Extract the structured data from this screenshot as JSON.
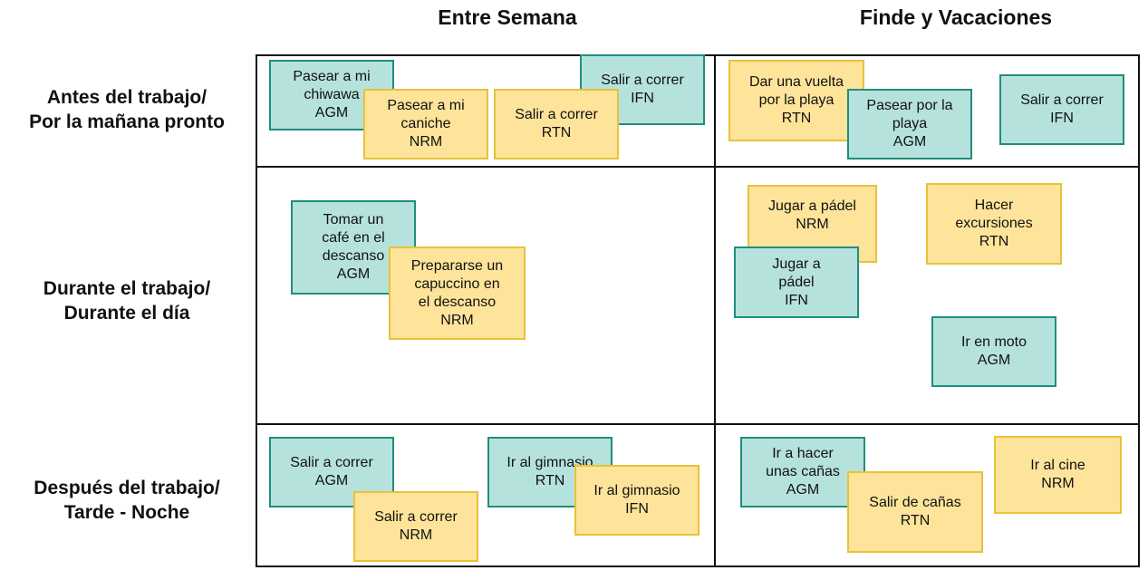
{
  "columns": [
    "Entre Semana",
    "Finde y Vacaciones"
  ],
  "rows": [
    "Antes del trabajo/\nPor la mañana pronto",
    "Durante el trabajo/\nDurante el día",
    "Después del trabajo/\nTarde - Noche"
  ],
  "notes": [
    {
      "text": "Pasear a mi\nchiwawa\nAGM",
      "color": "teal"
    },
    {
      "text": "Salir a correr\nIFN",
      "color": "teal"
    },
    {
      "text": "Pasear a mi\ncaniche\nNRM",
      "color": "yellow"
    },
    {
      "text": "Salir a correr\nRTN",
      "color": "yellow"
    },
    {
      "text": "Dar una vuelta\npor la playa\nRTN",
      "color": "yellow"
    },
    {
      "text": "Pasear por la\nplaya\nAGM",
      "color": "teal"
    },
    {
      "text": "Salir a correr\nIFN",
      "color": "teal"
    },
    {
      "text": "Tomar un\ncafé en el\ndescanso\nAGM",
      "color": "teal"
    },
    {
      "text": "Prepararse un\ncapuccino en\nel descanso\nNRM",
      "color": "yellow"
    },
    {
      "text": "Jugar a pádel\nNRM",
      "color": "yellow"
    },
    {
      "text": "Jugar a\npádel\nIFN",
      "color": "teal"
    },
    {
      "text": "Hacer\nexcursiones\nRTN",
      "color": "yellow"
    },
    {
      "text": "Ir en moto\nAGM",
      "color": "teal"
    },
    {
      "text": "Salir a correr\nAGM",
      "color": "teal"
    },
    {
      "text": "Salir a correr\nNRM",
      "color": "yellow"
    },
    {
      "text": "Ir al gimnasio\nRTN",
      "color": "teal"
    },
    {
      "text": "Ir al gimnasio\nIFN",
      "color": "yellow"
    },
    {
      "text": "Ir a hacer\nunas cañas\nAGM",
      "color": "teal"
    },
    {
      "text": "Salir de cañas\nRTN",
      "color": "yellow"
    },
    {
      "text": "Ir al cine\nNRM",
      "color": "yellow"
    }
  ]
}
